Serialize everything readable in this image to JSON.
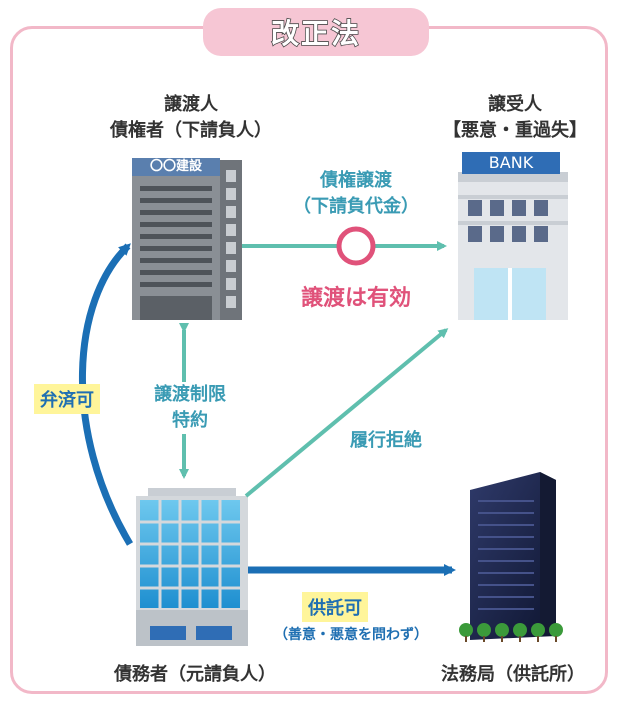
{
  "title": "改正法",
  "assignor": {
    "line1": "譲渡人",
    "line2": "債権者（下請負人）",
    "sign": "〇〇建設"
  },
  "assignee": {
    "line1": "譲受人",
    "line2": "【悪意・重過失】",
    "sign": "BANK"
  },
  "transfer": {
    "line1": "債権譲渡",
    "line2": "（下請負代金）"
  },
  "valid": "譲渡は有効",
  "restriction": {
    "line1": "譲渡制限",
    "line2": "特約"
  },
  "set_off": "弁済可",
  "refusal": "履行拒絶",
  "deposit": {
    "label": "供託可",
    "note": "（善意・悪意を問わず）"
  },
  "debtor": "債務者（元請負人）",
  "bureau": "法務局（供託所）",
  "colors": {
    "frame": "#f2b8c8",
    "teal_arrow": "#5fbfae",
    "blue_arrow": "#1b6fb5",
    "valid": "#e0527a"
  }
}
